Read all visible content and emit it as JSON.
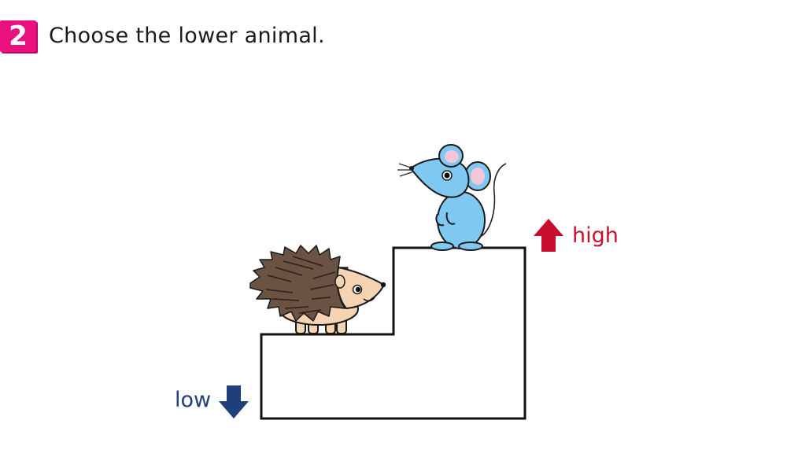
{
  "question": {
    "number": "2",
    "prompt": "Choose the lower animal."
  },
  "labels": {
    "high": "high",
    "low": "low"
  },
  "animals": [
    {
      "name": "hedgehog",
      "position": "lower step"
    },
    {
      "name": "mouse",
      "position": "upper step"
    }
  ],
  "colors": {
    "badge": "#e8117f",
    "high": "#c8102e",
    "low": "#1f3f7a",
    "mouse": "#7fc8f2",
    "hedgehog_body": "#f5d3b3",
    "hedgehog_spines": "#6b5343"
  },
  "icons": {
    "high": "arrow-up-icon",
    "low": "arrow-down-icon"
  }
}
